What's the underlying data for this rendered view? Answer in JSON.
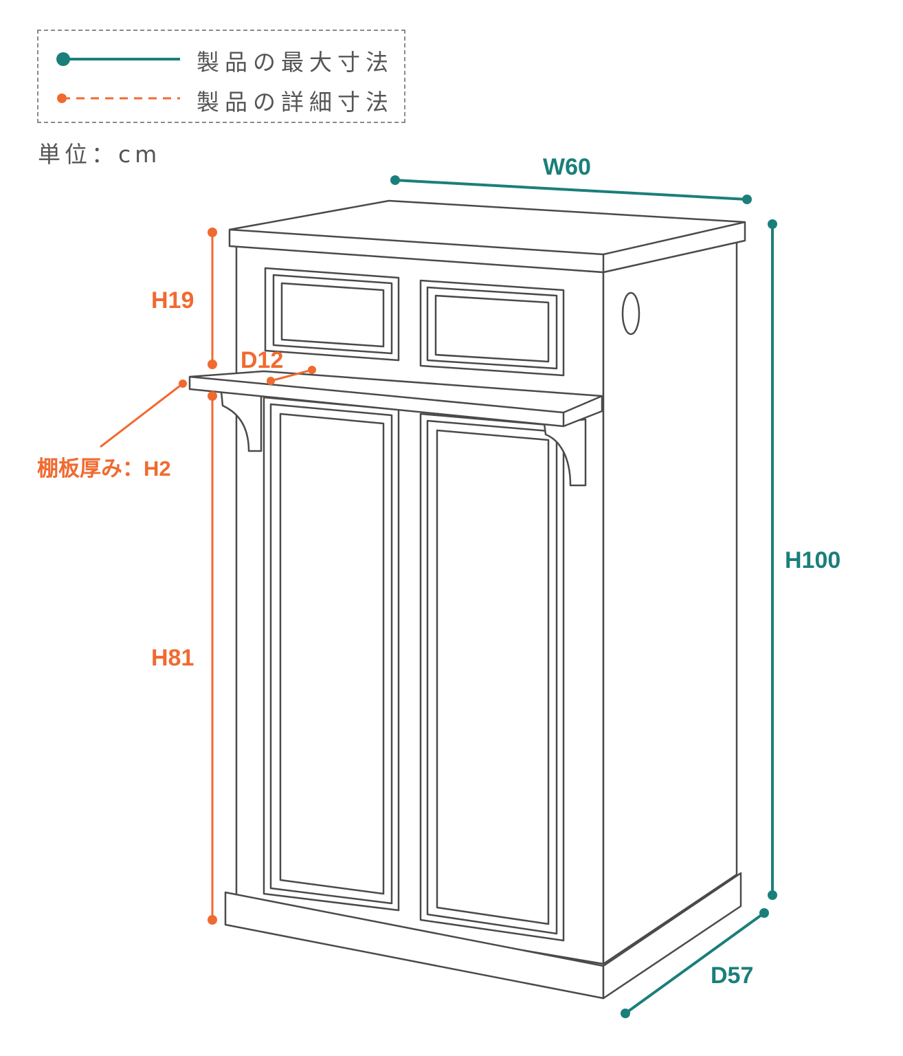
{
  "legend": {
    "max_dimension_label": "製品の最大寸法",
    "detail_dimension_label": "製品の詳細寸法"
  },
  "unit_label": "単位：cm",
  "dimensions": {
    "width": "W60",
    "depth": "D57",
    "height_total": "H100",
    "height_upper": "H19",
    "height_lower": "H81",
    "shelf_depth": "D12",
    "shelf_thickness": "棚板厚み：H2"
  },
  "colors": {
    "max_dimension": "#1a7f7a",
    "detail_dimension": "#f06a30",
    "outline": "#4a4a4a",
    "text": "#555555"
  }
}
